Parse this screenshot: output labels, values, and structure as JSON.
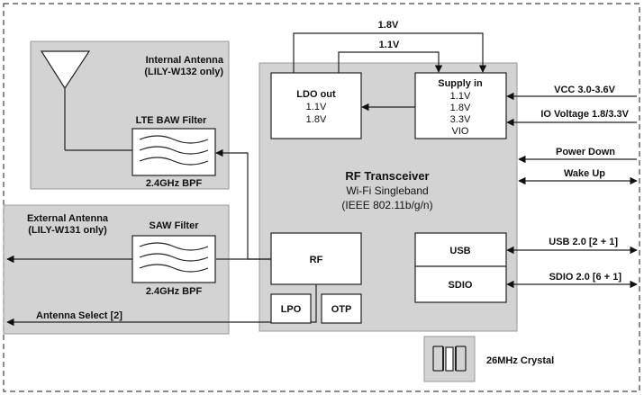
{
  "internal_antenna": {
    "title": "Internal Antenna",
    "subtitle": "(LILY-W132 only)"
  },
  "lte_filter": {
    "title": "LTE BAW Filter",
    "band": "2.4GHz BPF"
  },
  "external_antenna": {
    "title": "External Antenna",
    "subtitle": "(LILY-W131 only)"
  },
  "saw_filter": {
    "title": "SAW Filter",
    "band": "2.4GHz BPF"
  },
  "antenna_select": "Antenna Select [2]",
  "top_lines": {
    "line_1": "1.8V",
    "line_2": "1.1V"
  },
  "ldo": {
    "title": "LDO out",
    "lines": [
      "1.1V",
      "1.8V"
    ]
  },
  "supply": {
    "title": "Supply in",
    "lines": [
      "1.1V",
      "1.8V",
      "3.3V",
      "VIO"
    ]
  },
  "transceiver": {
    "title": "RF Transceiver",
    "line1": "Wi-Fi Singleband",
    "line2": "(IEEE 802.11b/g/n)"
  },
  "rf_block": "RF",
  "lpo": "LPO",
  "otp": "OTP",
  "usb": "USB",
  "sdio": "SDIO",
  "signals": {
    "vcc": "VCC 3.0-3.6V",
    "io_voltage": "IO Voltage 1.8/3.3V",
    "power_down": "Power Down",
    "wake_up": "Wake Up",
    "usb_bus": "USB 2.0 [2 + 1]",
    "sdio_bus": "SDIO 2.0 [6 + 1]"
  },
  "crystal": "26MHz Crystal"
}
